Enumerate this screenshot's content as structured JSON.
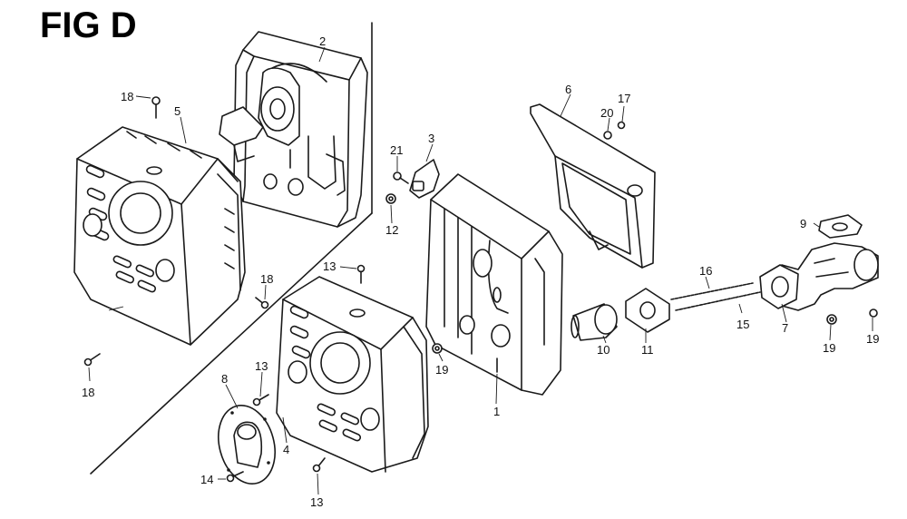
{
  "figure": {
    "title": "FIG D"
  },
  "callouts": {
    "p1": "1",
    "p2": "2",
    "p3": "3",
    "p4": "4",
    "p5": "5",
    "p6": "6",
    "p7": "7",
    "p8": "8",
    "p9": "9",
    "p10": "10",
    "p11": "11",
    "p12": "12",
    "p13a": "13",
    "p13b": "13",
    "p13c": "13",
    "p14": "14",
    "p15": "15",
    "p16": "16",
    "p17": "17",
    "p18a": "18",
    "p18b": "18",
    "p18c": "18",
    "p19a": "19",
    "p19b": "19",
    "p19c": "19",
    "p20": "20",
    "p21": "21"
  }
}
